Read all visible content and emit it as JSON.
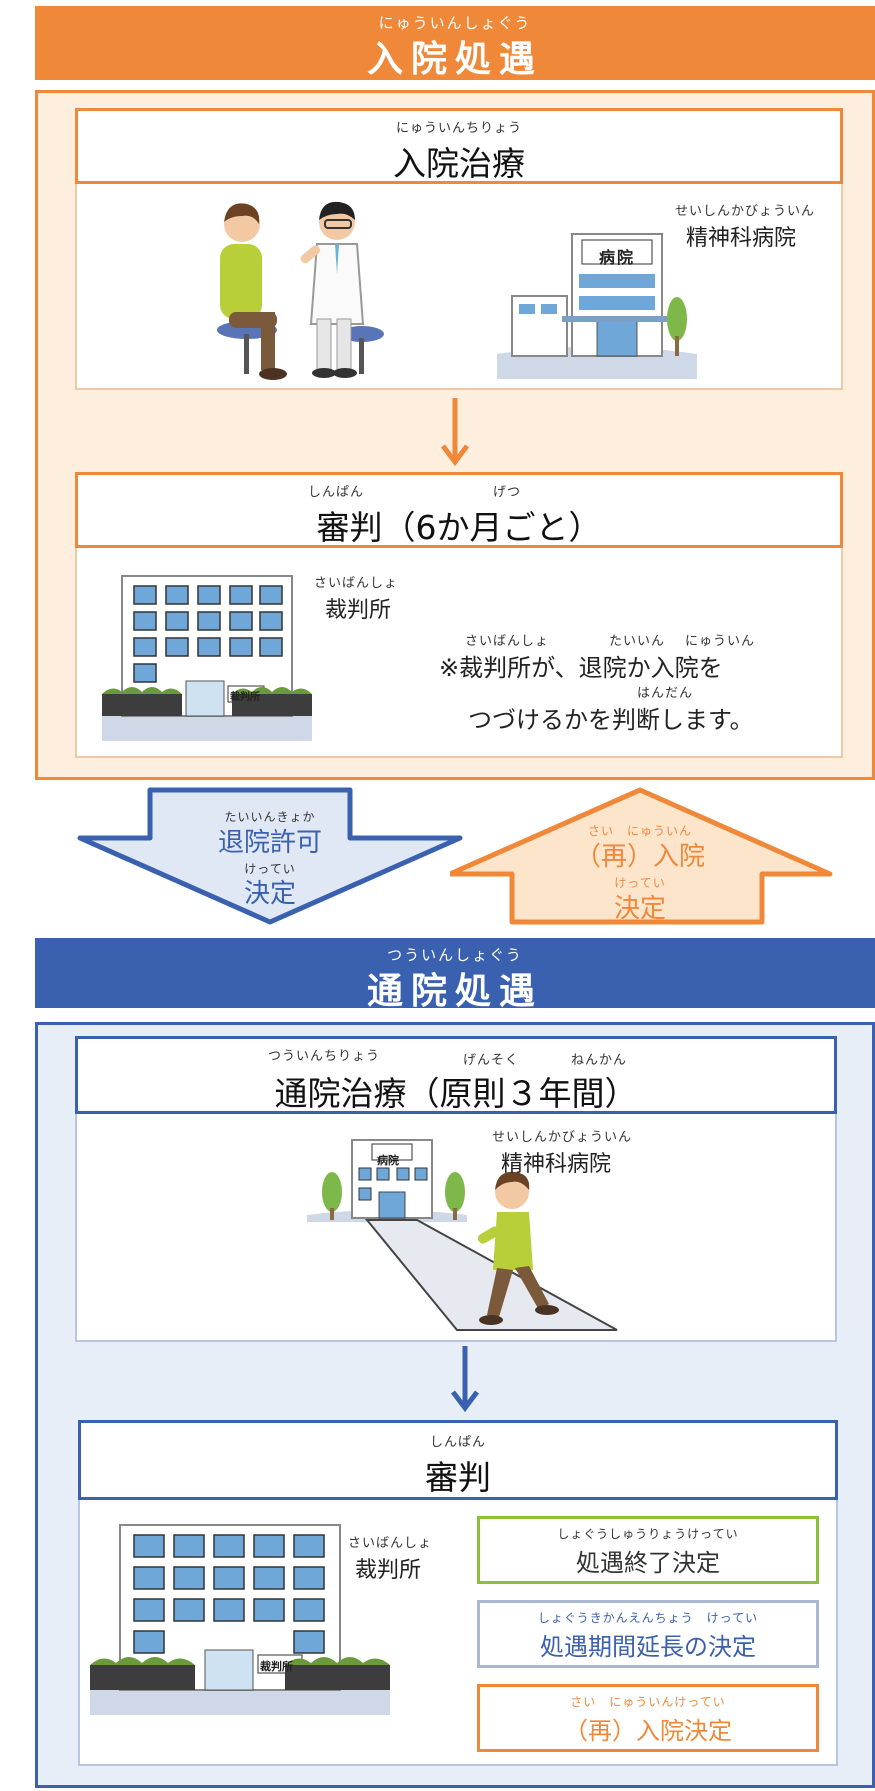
{
  "inpatient": {
    "header_ruby": "にゅういんしょぐう",
    "header_title": "入院処遇",
    "treatment_ruby": "にゅういんちりょう",
    "treatment_title": "入院治療",
    "hospital_ruby": "せいしんかびょういん",
    "hospital_label": "精神科病院",
    "hospital_sign": "病院",
    "trial_ruby_1": "しんぱん",
    "trial_ruby_2": "げつ",
    "trial_title": "審判（6か月ごと）",
    "court_ruby": "さいばんしょ",
    "court_label": "裁判所",
    "court_sign": "裁判所",
    "note_ruby_1": "さいばんしょ",
    "note_ruby_2": "たいいん",
    "note_ruby_3": "にゅういん",
    "note_line1": "※裁判所が、退院か入院を",
    "note_ruby_4": "はんだん",
    "note_line2": "つづけるかを判断します。"
  },
  "decisions": {
    "discharge_ruby": "たいいんきょか",
    "discharge_line1": "退院許可",
    "discharge_ruby2": "けってい",
    "discharge_line2": "決定",
    "readmit_ruby": "さい　にゅういん",
    "readmit_line1": "（再）入院",
    "readmit_ruby2": "けってい",
    "readmit_line2": "決定"
  },
  "outpatient": {
    "header_ruby": "つういんしょぐう",
    "header_title": "通院処遇",
    "treatment_ruby_1": "つういんちりょう",
    "treatment_ruby_2": "げんそく",
    "treatment_ruby_3": "ねんかん",
    "treatment_title": "通院治療（原則３年間）",
    "hospital_ruby": "せいしんかびょういん",
    "hospital_label": "精神科病院",
    "hospital_sign": "病院",
    "trial_ruby": "しんぱん",
    "trial_title": "審判",
    "court_ruby": "さいばんしょ",
    "court_label": "裁判所",
    "court_sign": "裁判所",
    "result1_ruby": "しょぐうしゅうりょうけってい",
    "result1_label": "処遇終了決定",
    "result2_ruby": "しょぐうきかんえんちょう　けってい",
    "result2_label": "処遇期間延長の決定",
    "result3_ruby": "さい　にゅういんけってい",
    "result3_label": "（再）入院決定"
  },
  "colors": {
    "orange": "#f0883a",
    "blue": "#3a60b0",
    "green": "#8cbf3a",
    "gray_blue": "#a9b8cf"
  }
}
